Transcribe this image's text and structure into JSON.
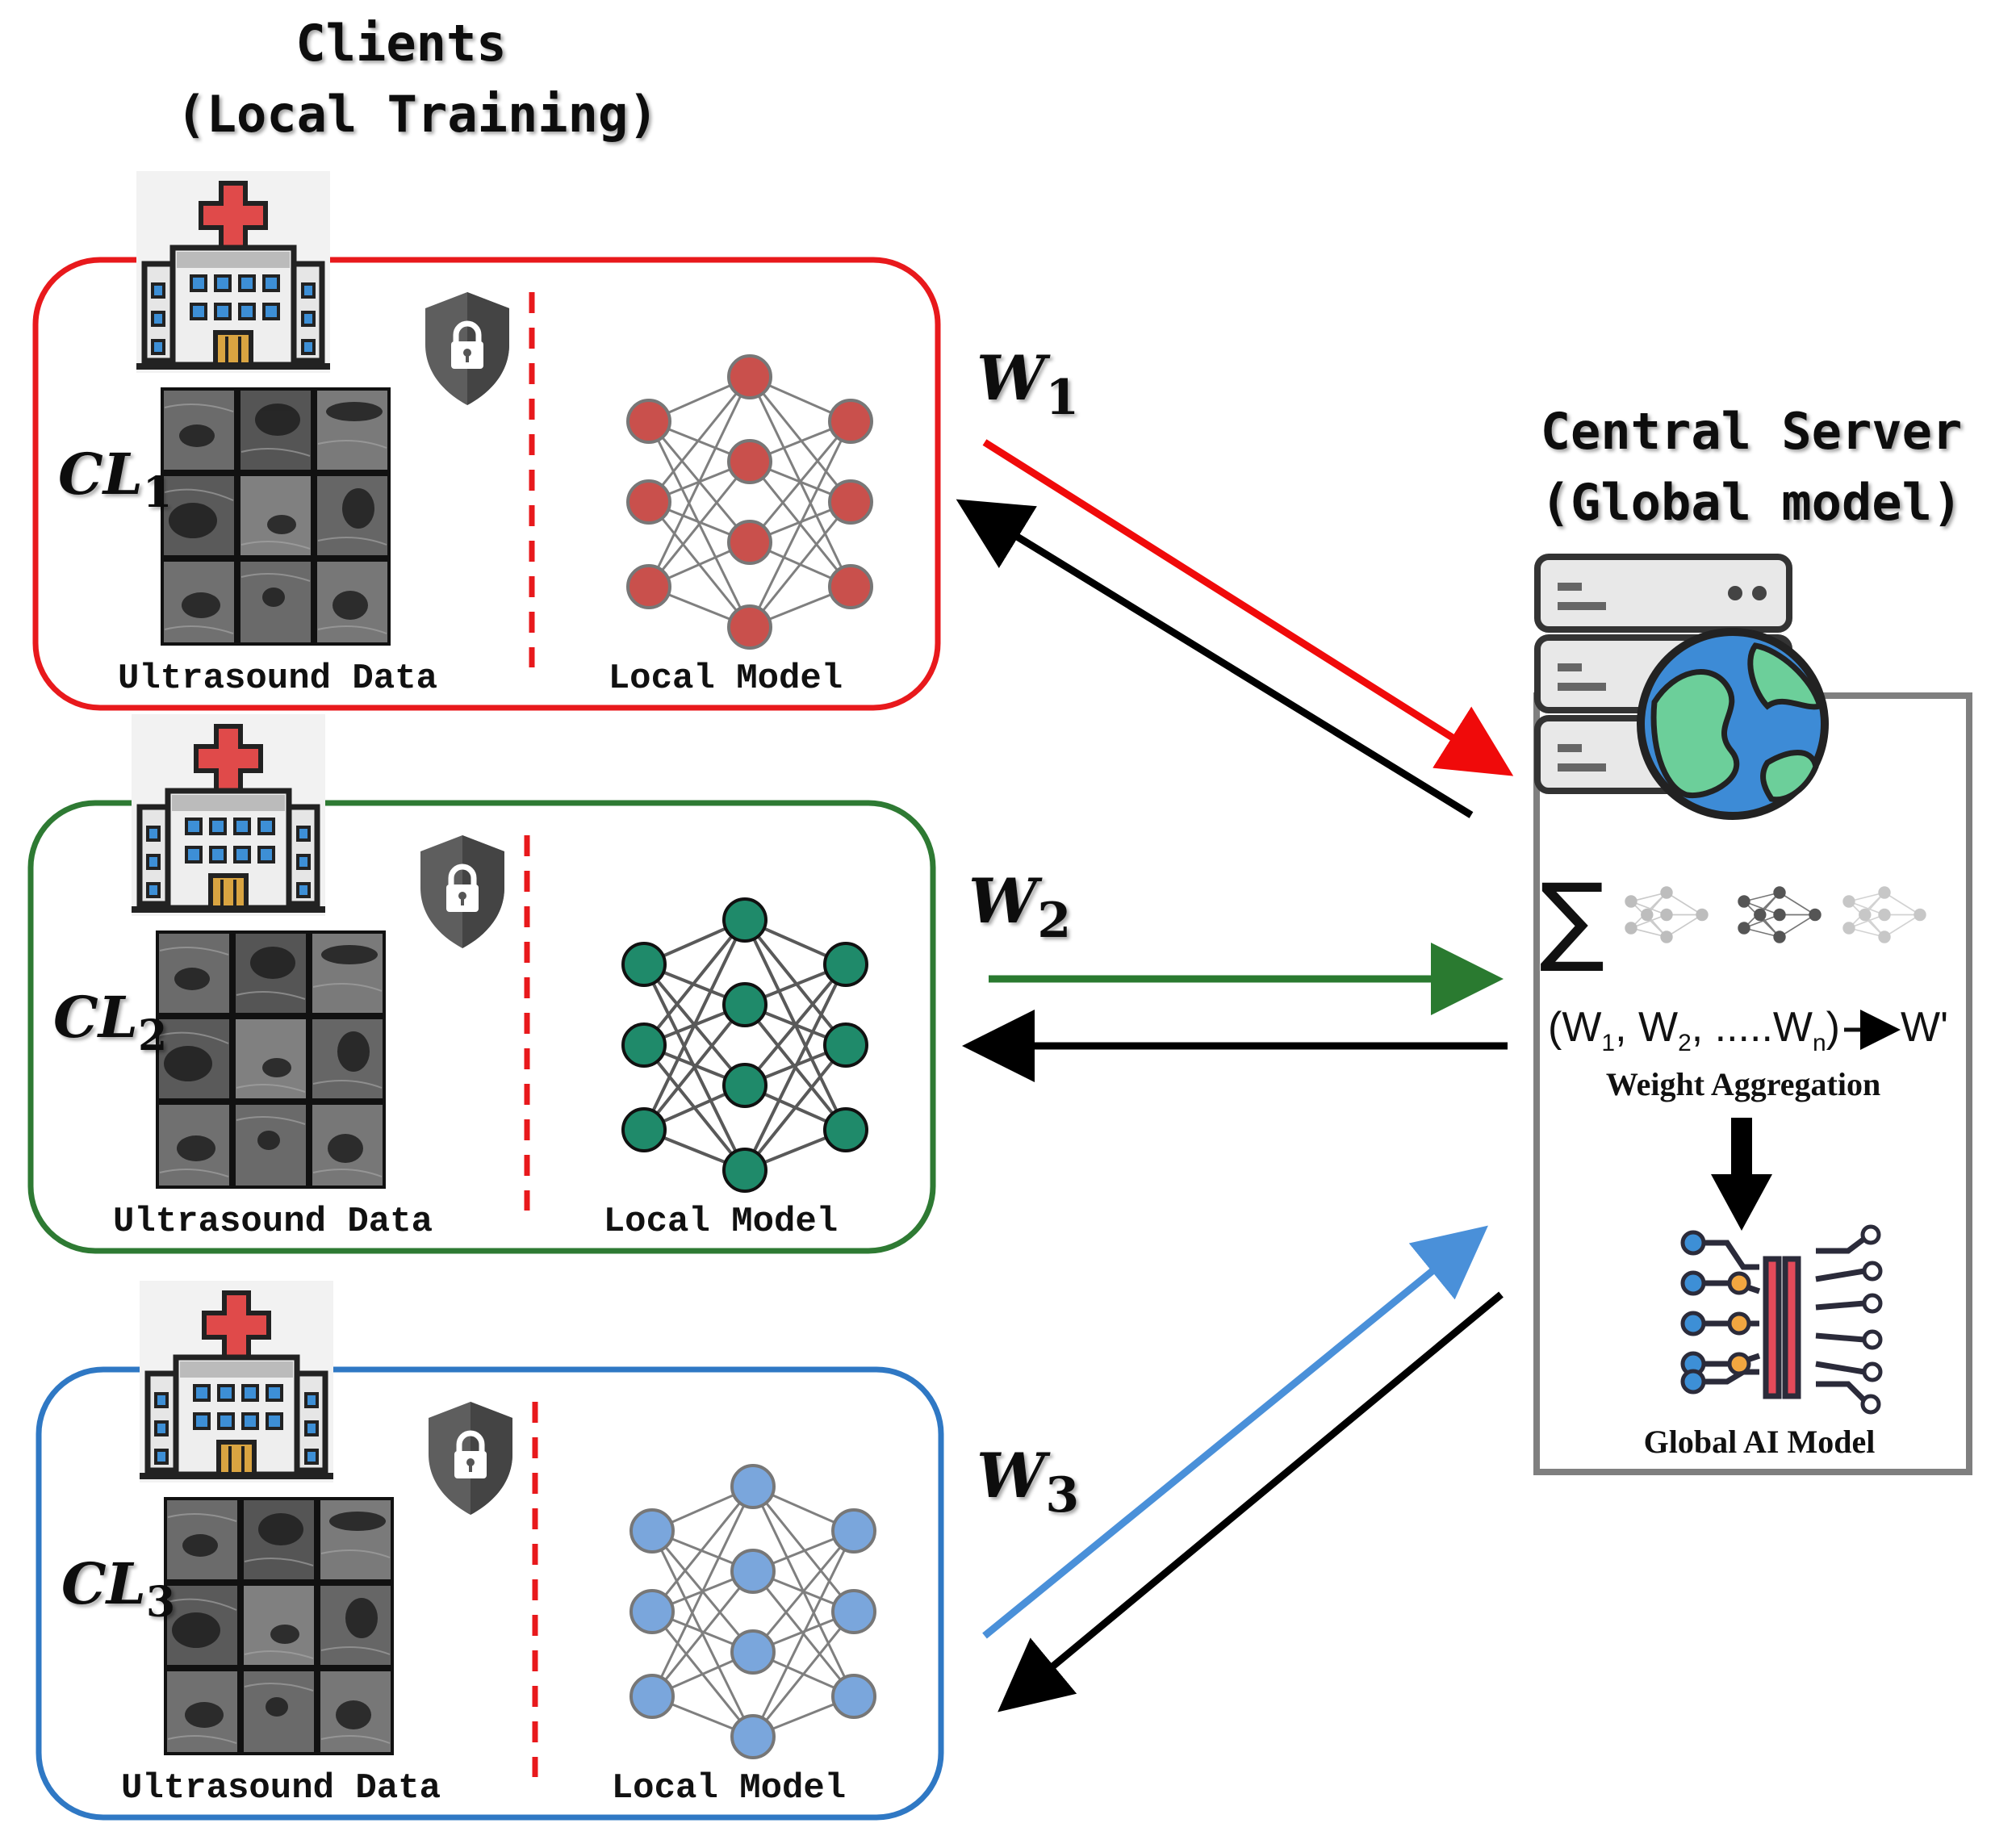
{
  "clients_title": {
    "line1": "Clients",
    "line2": "(Local Training)"
  },
  "server_title": {
    "line1": "Central Server",
    "line2": "(Global model)"
  },
  "clients": [
    {
      "cl_main": "CL",
      "cl_sub": "1",
      "data_label": "Ultrasound Data",
      "model_label": "Local Model",
      "color": "#e8191c",
      "node_color": "#c9504c",
      "weight_main": "W",
      "weight_sub": "1",
      "uplink_color": "#f00a0a"
    },
    {
      "cl_main": "CL",
      "cl_sub": "2",
      "data_label": "Ultrasound Data",
      "model_label": "Local Model",
      "color": "#2e7a33",
      "node_color": "#1f8a6a",
      "weight_main": "W",
      "weight_sub": "2",
      "uplink_color": "#2a7a30"
    },
    {
      "cl_main": "CL",
      "cl_sub": "3",
      "data_label": "Ultrasound Data",
      "model_label": "Local Model",
      "color": "#2f78c4",
      "node_color": "#7aa6dc",
      "weight_main": "W",
      "weight_sub": "3",
      "uplink_color": "#4a90d9"
    }
  ],
  "server": {
    "formula": {
      "open": "(W",
      "s1": "1",
      "c1": ", W",
      "s2": "2",
      "c2": ", .....W",
      "sn": "n",
      "close": ")",
      "result": "W'"
    },
    "aggregation_label": "Weight Aggregation",
    "global_label": "Global AI Model",
    "sum_symbol": "∑"
  },
  "icons": {
    "hospital": "hospital-icon",
    "shield": "shield-lock-icon",
    "server": "server-globe-icon",
    "ai": "ai-chip-icon"
  }
}
